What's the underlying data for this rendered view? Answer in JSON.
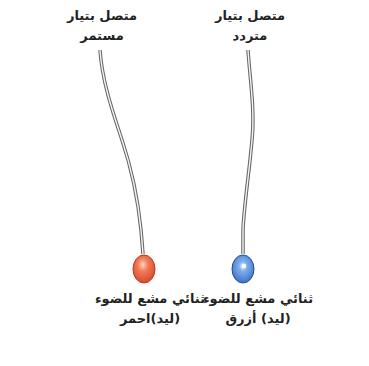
{
  "diagram": {
    "labels": [
      "متصل بتيار مستمر",
      "متصل بتيار متردد",
      "ثنائي مشع للضوء (ليد)احمر",
      "ثنائي مشع للضوء (ليد) أزرق"
    ]
  }
}
